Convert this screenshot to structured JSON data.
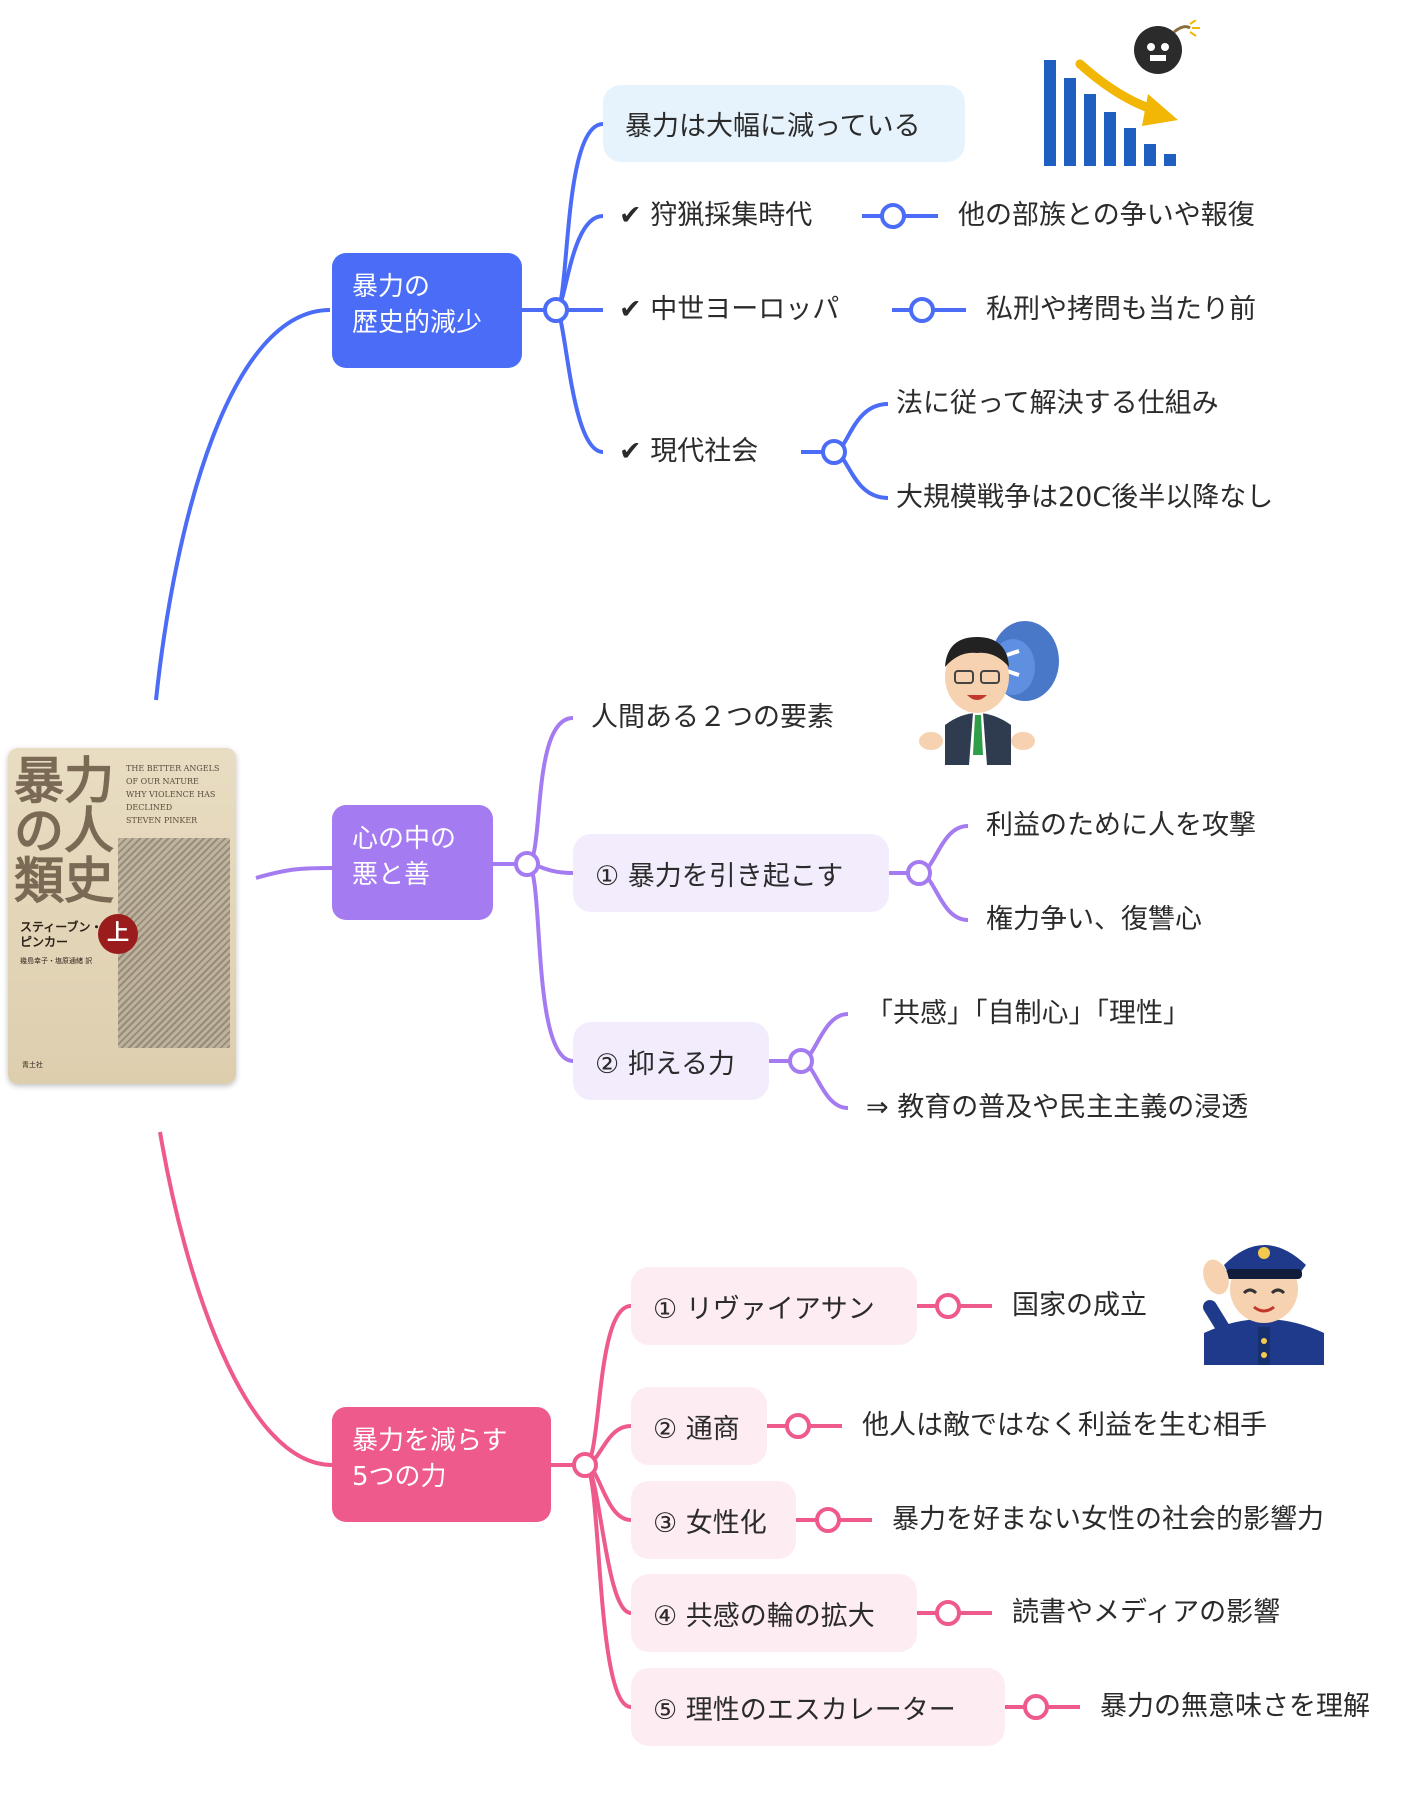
{
  "colors": {
    "blue": "#4a6cf7",
    "purple": "#a47bf0",
    "pink": "#ee5a8c",
    "blue_pill": "#e6f3fc",
    "purple_pill": "#f3ecfc",
    "pink_pill": "#fdecf1"
  },
  "book": {
    "title": "暴力の人類史",
    "english": "THE BETTER ANGELS\nOF OUR NATURE\nWHY VIOLENCE HAS DECLINED\nSTEVEN PINKER",
    "volume": "上",
    "author": "スティーブン・\nピンカー",
    "translator": "幾島幸子・塩原通緒 訳",
    "publisher": "青土社"
  },
  "branches": [
    {
      "title_lines": [
        "暴力の",
        "歴史的減少"
      ],
      "illustration": "declining-bar-chart-bomb-icon",
      "children": [
        {
          "label": "暴力は大幅に減っている"
        },
        {
          "label": "✔ 狩猟採集時代",
          "leaves": [
            "他の部族との争いや報復"
          ]
        },
        {
          "label": "✔ 中世ヨーロッパ",
          "leaves": [
            "私刑や拷問も当たり前"
          ]
        },
        {
          "label": "✔ 現代社会",
          "leaves": [
            "法に従って解決する仕組み",
            "大規模戦争は20C後半以降なし"
          ]
        }
      ]
    },
    {
      "title_lines": [
        "心の中の",
        "悪と善"
      ],
      "illustration": "two-faced-businessman-icon",
      "children": [
        {
          "label": "人間ある２つの要素"
        },
        {
          "label": "① 暴力を引き起こす",
          "leaves": [
            "利益のために人を攻撃",
            "権力争い、復讐心"
          ]
        },
        {
          "label": "② 抑える力",
          "leaves": [
            "「共感」「自制心」「理性」",
            "⇒ 教育の普及や民主主義の浸透"
          ]
        }
      ]
    },
    {
      "title_lines": [
        "暴力を減らす",
        "5つの力"
      ],
      "illustration": "saluting-police-officer-icon",
      "children": [
        {
          "label": "① リヴァイアサン",
          "leaves": [
            "国家の成立"
          ]
        },
        {
          "label": "② 通商",
          "leaves": [
            "他人は敵ではなく利益を生む相手"
          ]
        },
        {
          "label": "③ 女性化",
          "leaves": [
            "暴力を好まない女性の社会的影響力"
          ]
        },
        {
          "label": "④ 共感の輪の拡大",
          "leaves": [
            "読書やメディアの影響"
          ]
        },
        {
          "label": "⑤ 理性のエスカレーター",
          "leaves": [
            "暴力の無意味さを理解"
          ]
        }
      ]
    }
  ]
}
